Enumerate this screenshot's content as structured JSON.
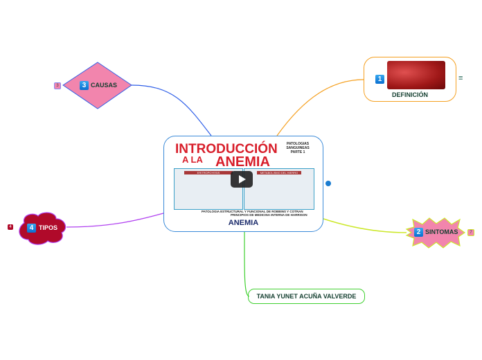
{
  "central": {
    "label": "ANEMIA",
    "thumbnail": {
      "title_line1": "INTRODUCCIÓN",
      "title_line2a": "A LA",
      "title_line2b": "ANEMIA",
      "series": "PATOLOGIAS SANGUINEAS PARTE 1",
      "panel_left": "ERITROPOYESIS",
      "panel_right": "METABOLISMO DEL HIERRO",
      "ref1": "PATOLOGIA ESTRUCTURAL Y FUNCIONAL DE ROBBINS Y COTRAN",
      "ref2": "PRINCIPIOS DE MEDICINA INTERNA DE HARRISON",
      "play_icon": "play-icon"
    }
  },
  "topics": [
    {
      "number": "1",
      "label": "DEFINICIÓN",
      "menu_icon": "≡"
    },
    {
      "number": "2",
      "label": "SINTOMAS",
      "count": "7"
    },
    {
      "number": "3",
      "label": "CAUSAS",
      "count": "3"
    },
    {
      "number": "4",
      "label": "TIPOS",
      "count": "4"
    }
  ],
  "author": "TANIA YUNET ACUÑA VALVERDE",
  "colors": {
    "central_border": "#3a8ad8",
    "pink": "#f285ad",
    "tipos": "#b00a2a",
    "badge": "#1a8be0"
  }
}
